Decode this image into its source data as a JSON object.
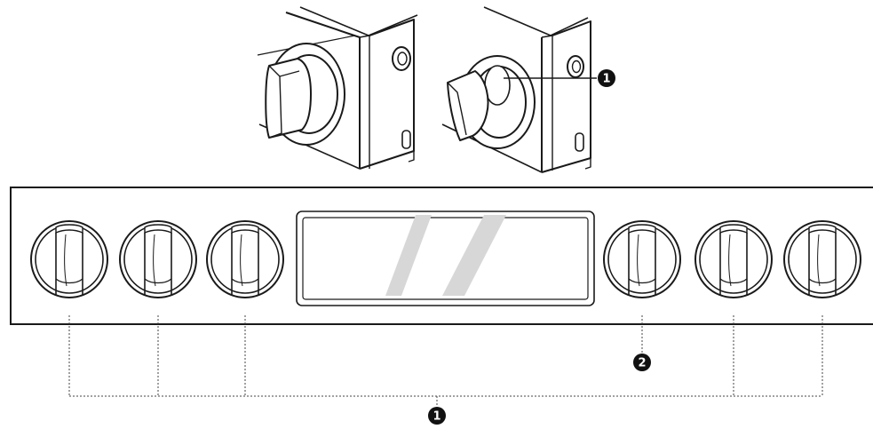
{
  "callouts": [
    {
      "id": "knob-callout-top",
      "label": "1"
    },
    {
      "id": "knob-callout-bottom",
      "label": "1"
    },
    {
      "id": "center-knob-callout",
      "label": "2"
    }
  ],
  "colors": {
    "line": "#1a1a1a",
    "glass_stripe": "#d7d7d7",
    "badge": "#111111"
  },
  "icons": [
    "control-knob-icon",
    "callout-badge-icon"
  ]
}
